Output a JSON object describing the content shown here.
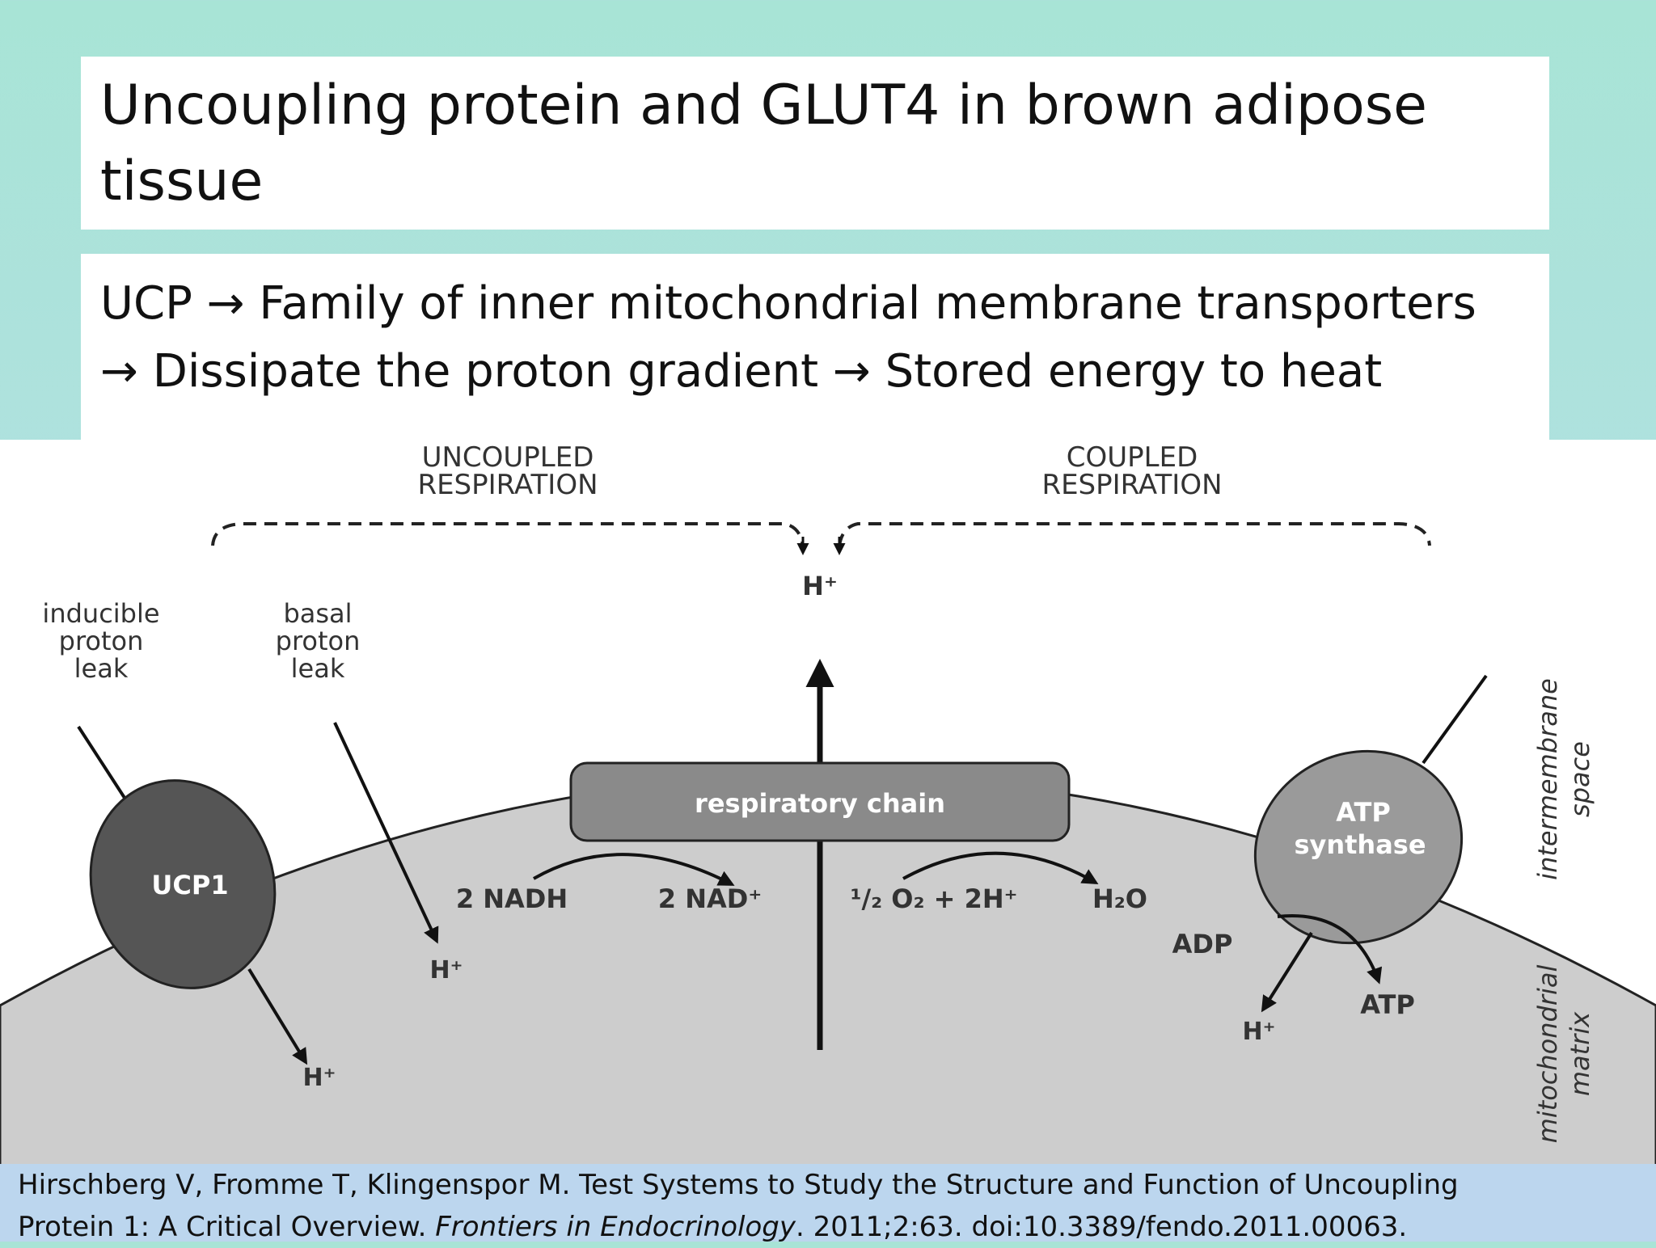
{
  "slide": {
    "title_line1": "Uncoupling protein and GLUT4 in brown adipose",
    "title_line2": "tissue",
    "body_line1": "UCP → Family of inner mitochondrial membrane transporters",
    "body_line2": "→ Dissipate the proton gradient → Stored energy to heat"
  },
  "diagram": {
    "uncoupled_line1": "UNCOUPLED",
    "uncoupled_line2": "RESPIRATION",
    "coupled_line1": "COUPLED",
    "coupled_line2": "RESPIRATION",
    "h_plus": "H⁺",
    "inducible_1": "inducible",
    "inducible_2": "proton",
    "inducible_3": "leak",
    "basal_1": "basal",
    "basal_2": "proton",
    "basal_3": "leak",
    "ucp1": "UCP1",
    "respiratory_chain": "respiratory chain",
    "nadh": "2 NADH",
    "nad": "2 NAD⁺",
    "oxygen": "¹/₂ O₂ + 2H⁺",
    "water": "H₂O",
    "atp_synthase_1": "ATP",
    "atp_synthase_2": "synthase",
    "adp": "ADP",
    "atp": "ATP",
    "intermembrane_1": "intermembrane",
    "intermembrane_2": "space",
    "matrix_1": "mitochondrial",
    "matrix_2": "matrix"
  },
  "citation": {
    "line1": "Hirschberg V, Fromme T, Klingenspor M. Test Systems to Study the Structure and Function of Uncoupling",
    "line2_start": "Protein 1: A Critical Overview. ",
    "journal": "Frontiers in Endocrinology",
    "line2_end": ". 2011;2:63. doi:10.3389/fendo.2011.00063."
  }
}
